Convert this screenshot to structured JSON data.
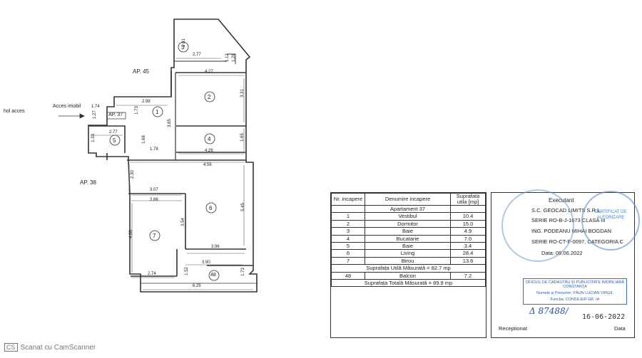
{
  "plan": {
    "labels": {
      "ap45": "AP. 45",
      "ap37": "AP. 37",
      "ap38": "AP. 38",
      "acces_imobil": "Acces imobil",
      "hol_acces": "hol acces"
    },
    "room_numbers": [
      "1",
      "2",
      "3",
      "4",
      "5",
      "6",
      "7",
      "48"
    ],
    "dimensions": {
      "d_2_61": "2.61",
      "d_2_77a": "2.77",
      "d_1_12": "1.12",
      "d_1_28": "1.28",
      "d_4_27": "4.27",
      "d_3_31": "3.31",
      "d_2_98": "2.98",
      "d_1_74": "1.74",
      "d_1_27": "1.27",
      "d_1_73": "1.73",
      "d_3_65": "3.65",
      "d_2_77b": "2.77",
      "d_1_33": "1.33",
      "d_1_68": "1.68",
      "d_1_65": "1.65",
      "d_4_26": "4.26",
      "d_1_78": "1.78",
      "d_4_56": "4.56",
      "d_2_30": "2.30",
      "d_3_07": "3.07",
      "d_2_86": "2.86",
      "d_3_54": "3.54",
      "d_5_45": "5.45",
      "d_4_88": "4.88",
      "d_3_96": "3.96",
      "d_3_90": "3.90",
      "d_2_74": "2.74",
      "d_1_52": "1.52",
      "d_1_73b": "1.73",
      "d_6_25": "6.25"
    }
  },
  "table": {
    "headers": [
      "Nr. incapere",
      "Denumire incapere",
      "Suprafata utila [mp]"
    ],
    "apartment": "Apartament 37",
    "rows": [
      {
        "nr": "1",
        "name": "Vestibul",
        "area": "10.4"
      },
      {
        "nr": "2",
        "name": "Dormitor",
        "area": "15.0"
      },
      {
        "nr": "3",
        "name": "Baie",
        "area": "4.9"
      },
      {
        "nr": "4",
        "name": "Bucatarie",
        "area": "7.0"
      },
      {
        "nr": "5",
        "name": "Baie",
        "area": "3.4"
      },
      {
        "nr": "6",
        "name": "Living",
        "area": "28.4"
      },
      {
        "nr": "7",
        "name": "Birou",
        "area": "13.6"
      }
    ],
    "util_total": "Suprafața Utilă Măsurată = 82.7 mp",
    "balcon": {
      "nr": "48",
      "name": "Balcon",
      "area": "7.2"
    },
    "total": "Suprafața Totală Măsurată = 89.9 mp"
  },
  "executant": {
    "title": "Executant",
    "company": "S.C. GEOCAD LIMITS S.R.L.",
    "serie1": "SERIE RO-B-J-1673 CLASA III",
    "engineer": "ING. PODEANU MIHAI BOGDAN",
    "serie2": "SERIE RO-CT-F-0097, CATEGORIA C",
    "date": "Data: 09.06.2022",
    "receptionat": "Receptionat",
    "data_label": "Data"
  },
  "stamp": {
    "line1": "OFICIUL DE CADASTRU ȘI PUBLICITATE IMOBILIARĂ CONSTANȚA",
    "line2": "Numele și Prenume: PĂUN LUCIAN VIRGIL",
    "line3": "Funcția: CONSILIER GR. IA",
    "handwritten_nr": "Δ 87488/",
    "handwritten_date": "16-06-2022",
    "round_text": "CERTIFICAT DE AUTORIZARE"
  },
  "footer": {
    "logo": "CS",
    "text": "Scanat cu CamScanner"
  }
}
